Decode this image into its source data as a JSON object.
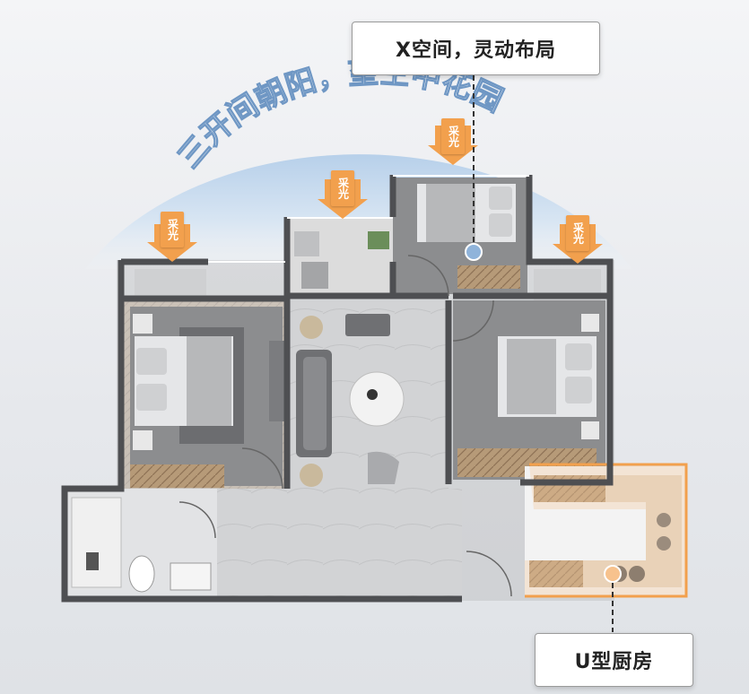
{
  "banner_text": "三开间朝阳，望空中花园",
  "callouts": {
    "x_space": "X空间，灵动布局",
    "u_kitchen": "U型厨房"
  },
  "sunlight_label": "采光",
  "colors": {
    "arc": "#c9dcef",
    "wall": "#555555",
    "floor_grey": "#c8c9cb",
    "wood": "#a58a6a",
    "kitchen_highlight": "#f2a04d",
    "arrow": "#f2a04d"
  }
}
